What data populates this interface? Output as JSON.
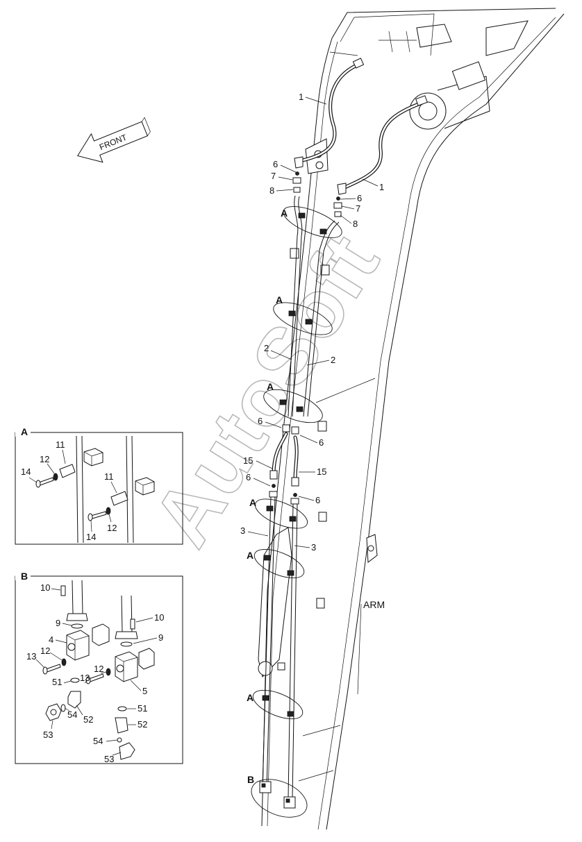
{
  "watermark": "AutoSoft",
  "front_label": "FRONT",
  "arm_label": "ARM",
  "callouts": {
    "one": "1",
    "two": "2",
    "three": "3",
    "four": "4",
    "five": "5",
    "six": "6",
    "seven": "7",
    "eight": "8",
    "nine": "9",
    "ten": "10",
    "eleven": "11",
    "twelve": "12",
    "thirteen": "13",
    "fourteen": "14",
    "fifteen": "15",
    "fiftyone": "51",
    "fiftytwo": "52",
    "fiftythree": "53",
    "fiftyfour": "54"
  },
  "views": {
    "a": "A",
    "b": "B"
  }
}
